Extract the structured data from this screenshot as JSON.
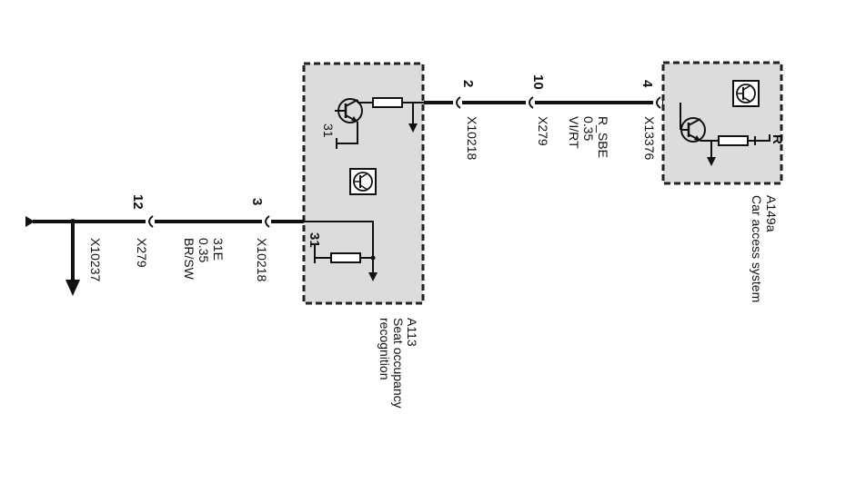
{
  "diagram": {
    "left_wire": {
      "connector_ground": "X10237",
      "connector_1": {
        "name": "X279",
        "pin": "12"
      },
      "wire_code": "31E",
      "wire_size": "0.35",
      "wire_color": "BR/SW",
      "connector_2": {
        "name": "X10218",
        "pin": "3"
      }
    },
    "module_a113": {
      "id": "A113",
      "name_line1": "Seat occupancy",
      "name_line2": "recognition",
      "ground_label_top": "31",
      "ground_label_bottom": "31"
    },
    "right_wire": {
      "connector_1": {
        "name": "X10218",
        "pin": "2"
      },
      "connector_2": {
        "name": "X279",
        "pin": "10"
      },
      "wire_code": "R_SBE",
      "wire_size": "0.35",
      "wire_color": "VI/RT",
      "connector_3": {
        "name": "X13376",
        "pin": "4"
      }
    },
    "module_a149a": {
      "id": "A149a",
      "name": "Car access system",
      "resistor_label": "R"
    }
  }
}
